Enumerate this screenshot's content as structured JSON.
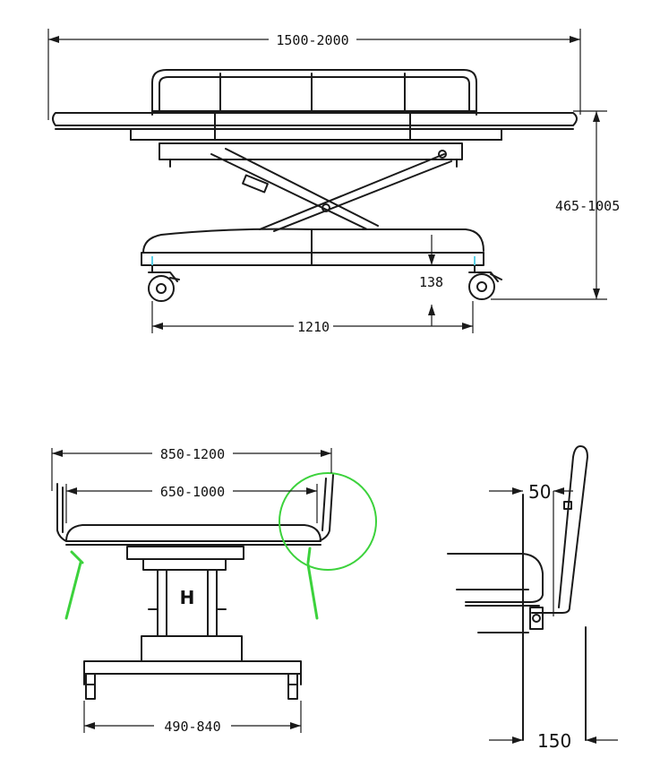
{
  "side_view": {
    "length_label": "1500-2000",
    "height_label": "465-1005",
    "clearance_label": "138",
    "wheelbase_label": "1210"
  },
  "front_view": {
    "outer_width_label": "850-1200",
    "inner_width_label": "650-1000",
    "base_width_label": "490-840",
    "column_mark": "H"
  },
  "rail_detail": {
    "rail_offset_label": "50",
    "depth_label": "150"
  },
  "highlight_color": "#3cd23c",
  "caster_accent_color": "#5ad0e8"
}
